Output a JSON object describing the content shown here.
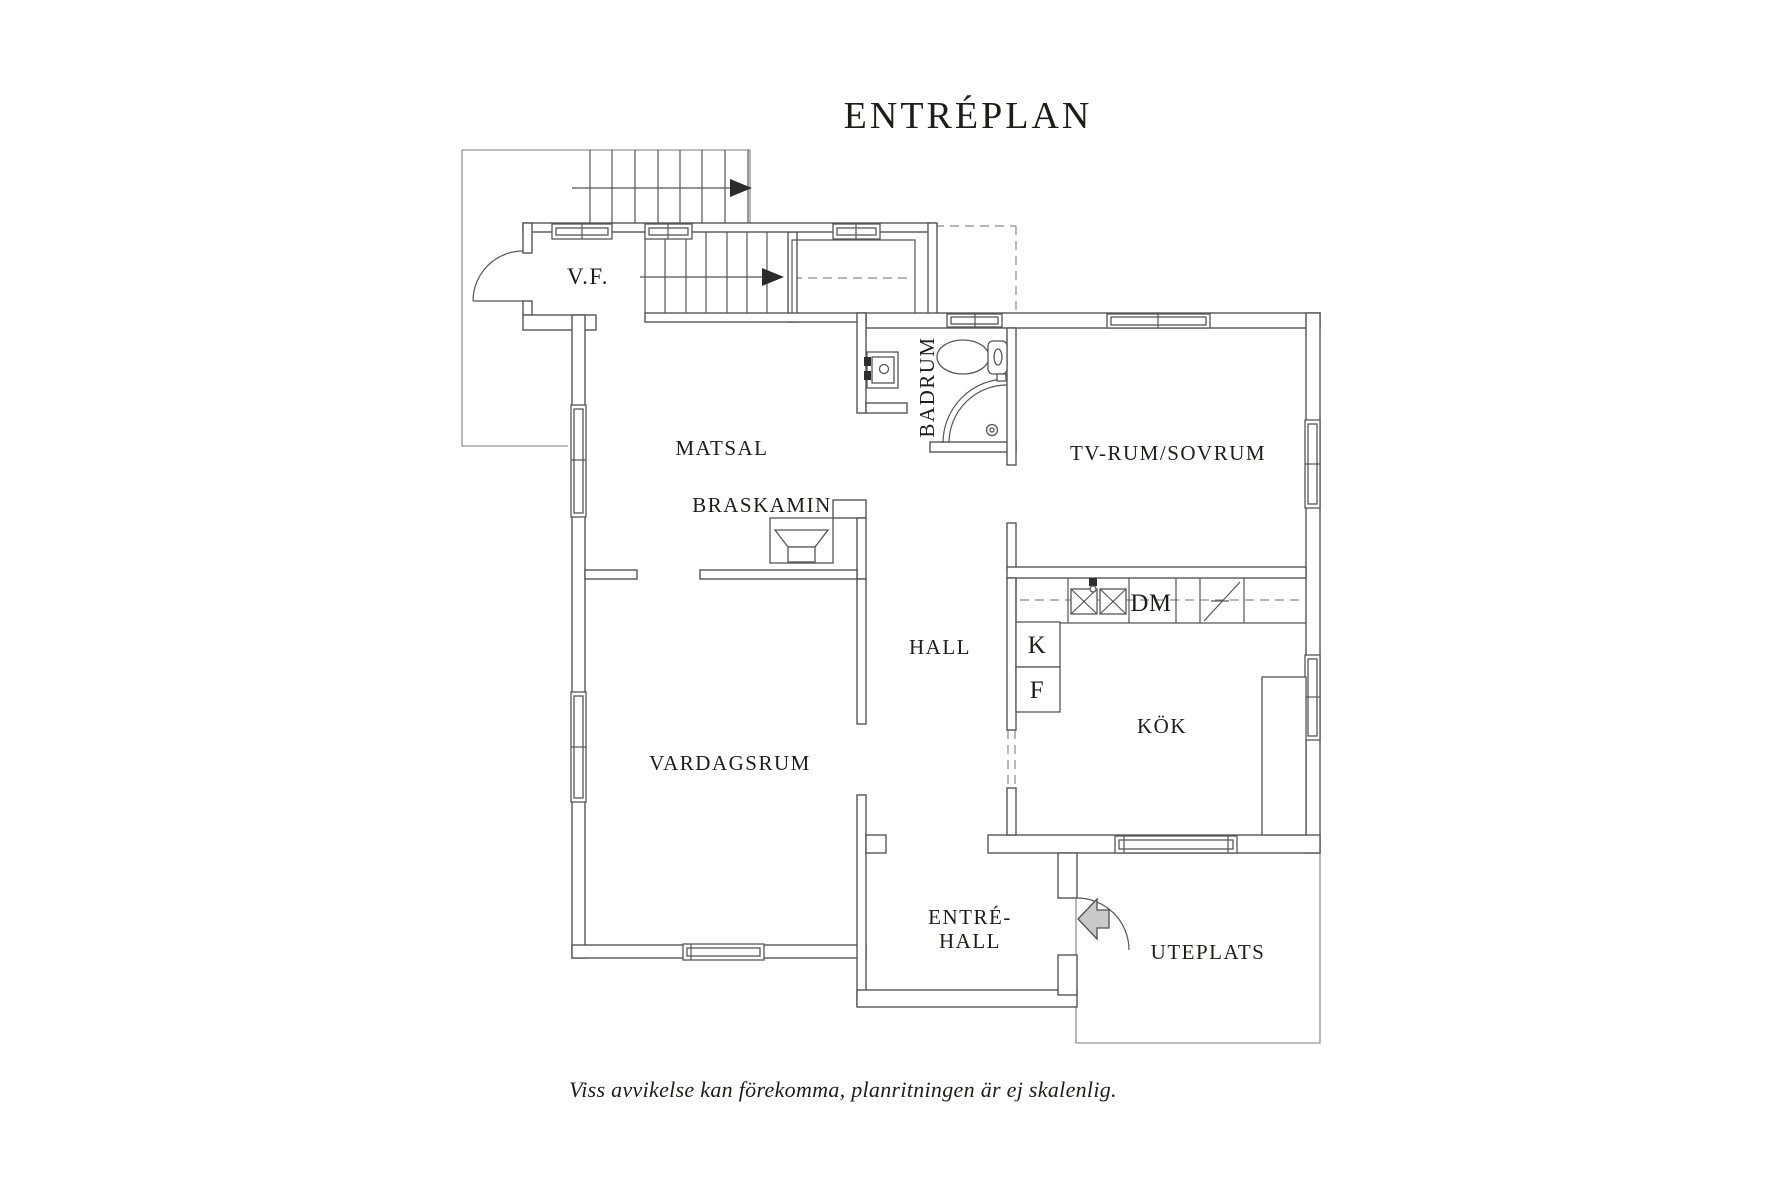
{
  "title": "ENTRÉPLAN",
  "plan": {
    "rooms": {
      "vf": "V.F.",
      "matsal": "MATSAL",
      "braskamin": "BRASKAMIN",
      "badrum": "BADRUM",
      "tv_rum": "TV-RUM/SOVRUM",
      "hall": "HALL",
      "vardagsrum": "VARDAGSRUM",
      "kok": "KÖK",
      "entre_hall_line1": "ENTRÉ-",
      "entre_hall_line2": "HALL",
      "uteplats": "UTEPLATS"
    },
    "appliances": {
      "kyl": "K",
      "frys": "F",
      "diskmaskin": "DM"
    }
  },
  "footer": {
    "disclaimer": "Viss avvikelse kan förekomma, planritningen är ej skalenlig."
  },
  "colors": {
    "background": "#ffffff",
    "wall": "#565656",
    "text": "#1d1d1b",
    "entrance_arrow": "#c9c9c9",
    "dashed": "#8a8a8a"
  }
}
